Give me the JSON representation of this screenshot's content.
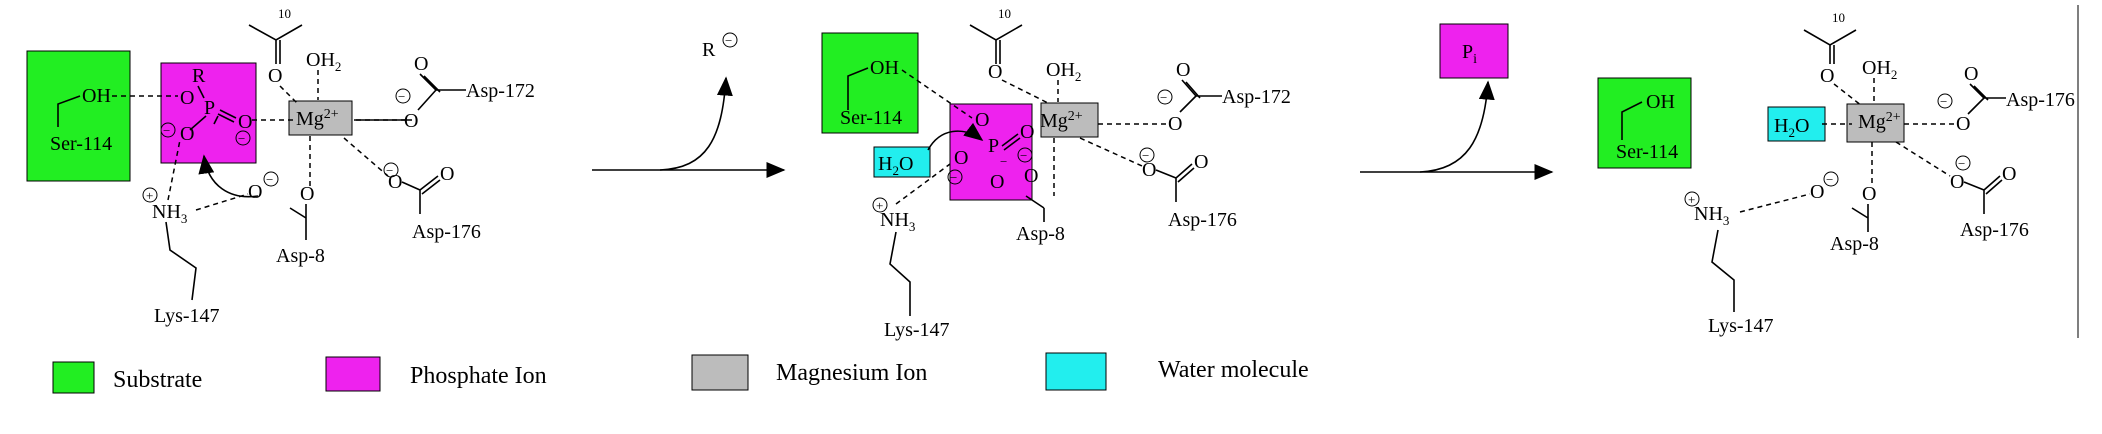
{
  "colors": {
    "substrate": "#22ee22",
    "phosphate": "#ee22ee",
    "magnesium": "#bcbcbc",
    "water": "#22eeee"
  },
  "panel1": {
    "ser": "Ser-114",
    "oh": "OH",
    "r": "R",
    "p": "P",
    "o": "O",
    "mg": "Mg",
    "mg_charge": "2+",
    "oh2": "OH",
    "h2sub": "2",
    "c10": "10",
    "asp172": "Asp-172",
    "asp176": "Asp-176",
    "asp8": "Asp-8",
    "lys": "Lys-147",
    "nh": "NH",
    "nh3sub": "3",
    "minus": "−"
  },
  "leaving1": {
    "r": "R"
  },
  "panel2": {
    "ser": "Ser-114",
    "oh": "OH",
    "h2o": "H",
    "h2o_sub": "2",
    "h2o_o": "O",
    "p": "P",
    "o": "O",
    "mg": "Mg",
    "mg_charge": "2+",
    "oh2": "OH",
    "h2sub": "2",
    "c10": "10",
    "asp172": "Asp-172",
    "asp176": "Asp-176",
    "asp8": "Asp-8",
    "lys": "Lys-147",
    "nh": "NH",
    "nh3sub": "3",
    "minus": "−"
  },
  "leaving2": {
    "p": "P",
    "p_sub": "i"
  },
  "panel3": {
    "ser": "Ser-114",
    "oh": "OH",
    "h2o": "H",
    "h2o_sub": "2",
    "h2o_o": "O",
    "mg": "Mg",
    "mg_charge": "2+",
    "oh2": "OH",
    "h2sub": "2",
    "c10": "10",
    "asp176a": "Asp-176",
    "asp176b": "Asp-176",
    "asp8": "Asp-8",
    "lys": "Lys-147",
    "nh": "NH",
    "nh3sub": "3",
    "o": "O",
    "minus": "−"
  },
  "legend": {
    "substrate": "Substrate",
    "phosphate": "Phosphate Ion",
    "magnesium": "Magnesium Ion",
    "water": "Water molecule"
  }
}
